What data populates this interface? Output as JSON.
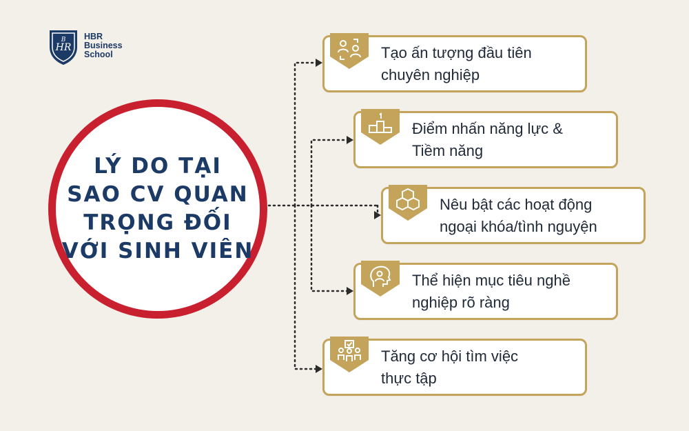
{
  "logo": {
    "line1": "HBR",
    "line2": "Business",
    "line3": "School",
    "monogram": "HBR"
  },
  "center": {
    "lines": [
      "LÝ DO TẠI",
      "SAO CV QUAN",
      "TRỌNG ĐỐI",
      "VỚI SINH VIÊN"
    ]
  },
  "cards": [
    {
      "icon": "people-exchange-icon",
      "line1": "Tạo ấn tượng đầu tiên",
      "line2": "chuyên nghiệp"
    },
    {
      "icon": "podium-icon",
      "line1": "Điểm nhấn năng lực &",
      "line2": "Tiềm năng"
    },
    {
      "icon": "boxes-icon",
      "line1": "Nêu bật các hoạt động",
      "line2": "ngoại khóa/tình nguyện"
    },
    {
      "icon": "head-person-icon",
      "line1": "Thể hiện mục tiêu nghề",
      "line2": "nghiệp rõ ràng"
    },
    {
      "icon": "team-check-icon",
      "line1": "Tăng cơ hội tìm việc",
      "line2": "thực tập"
    }
  ],
  "colors": {
    "background": "#f3efe9",
    "gold": "#c4a35a",
    "navy": "#1c3a66",
    "red": "#c8202f"
  }
}
